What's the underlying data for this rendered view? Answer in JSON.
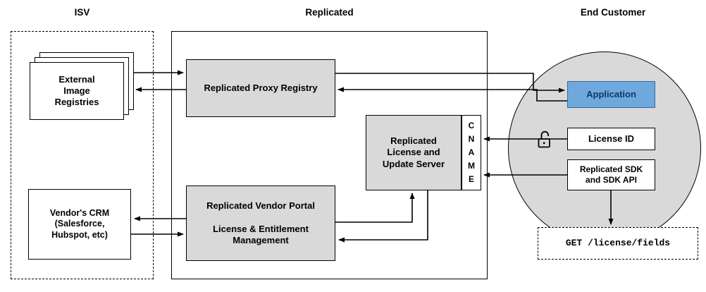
{
  "headers": {
    "isv": "ISV",
    "replicated": "Replicated",
    "end_customer": "End Customer"
  },
  "isv": {
    "registries_label": "External\nImage\nRegistries",
    "crm_label": "Vendor's CRM\n(Salesforce,\nHubspot, etc)"
  },
  "replicated": {
    "proxy_label": "Replicated Proxy Registry",
    "server_label": "Replicated\nLicense and\nUpdate Server",
    "cname_label": "C\nN\nA\nM\nE",
    "portal_label": "Replicated Vendor Portal\n\nLicense & Entitlement\nManagement"
  },
  "end_customer": {
    "application_label": "Application",
    "license_label": "License ID",
    "sdk_label": "Replicated SDK\nand SDK API",
    "api_label": "GET /license/fields",
    "lock_icon": "open-padlock-icon"
  },
  "colors": {
    "node_gray": "#d9d9d9",
    "app_fill": "#6fa8dc",
    "app_border": "#38689a",
    "app_text": "#0d3b66",
    "line": "#000000"
  }
}
